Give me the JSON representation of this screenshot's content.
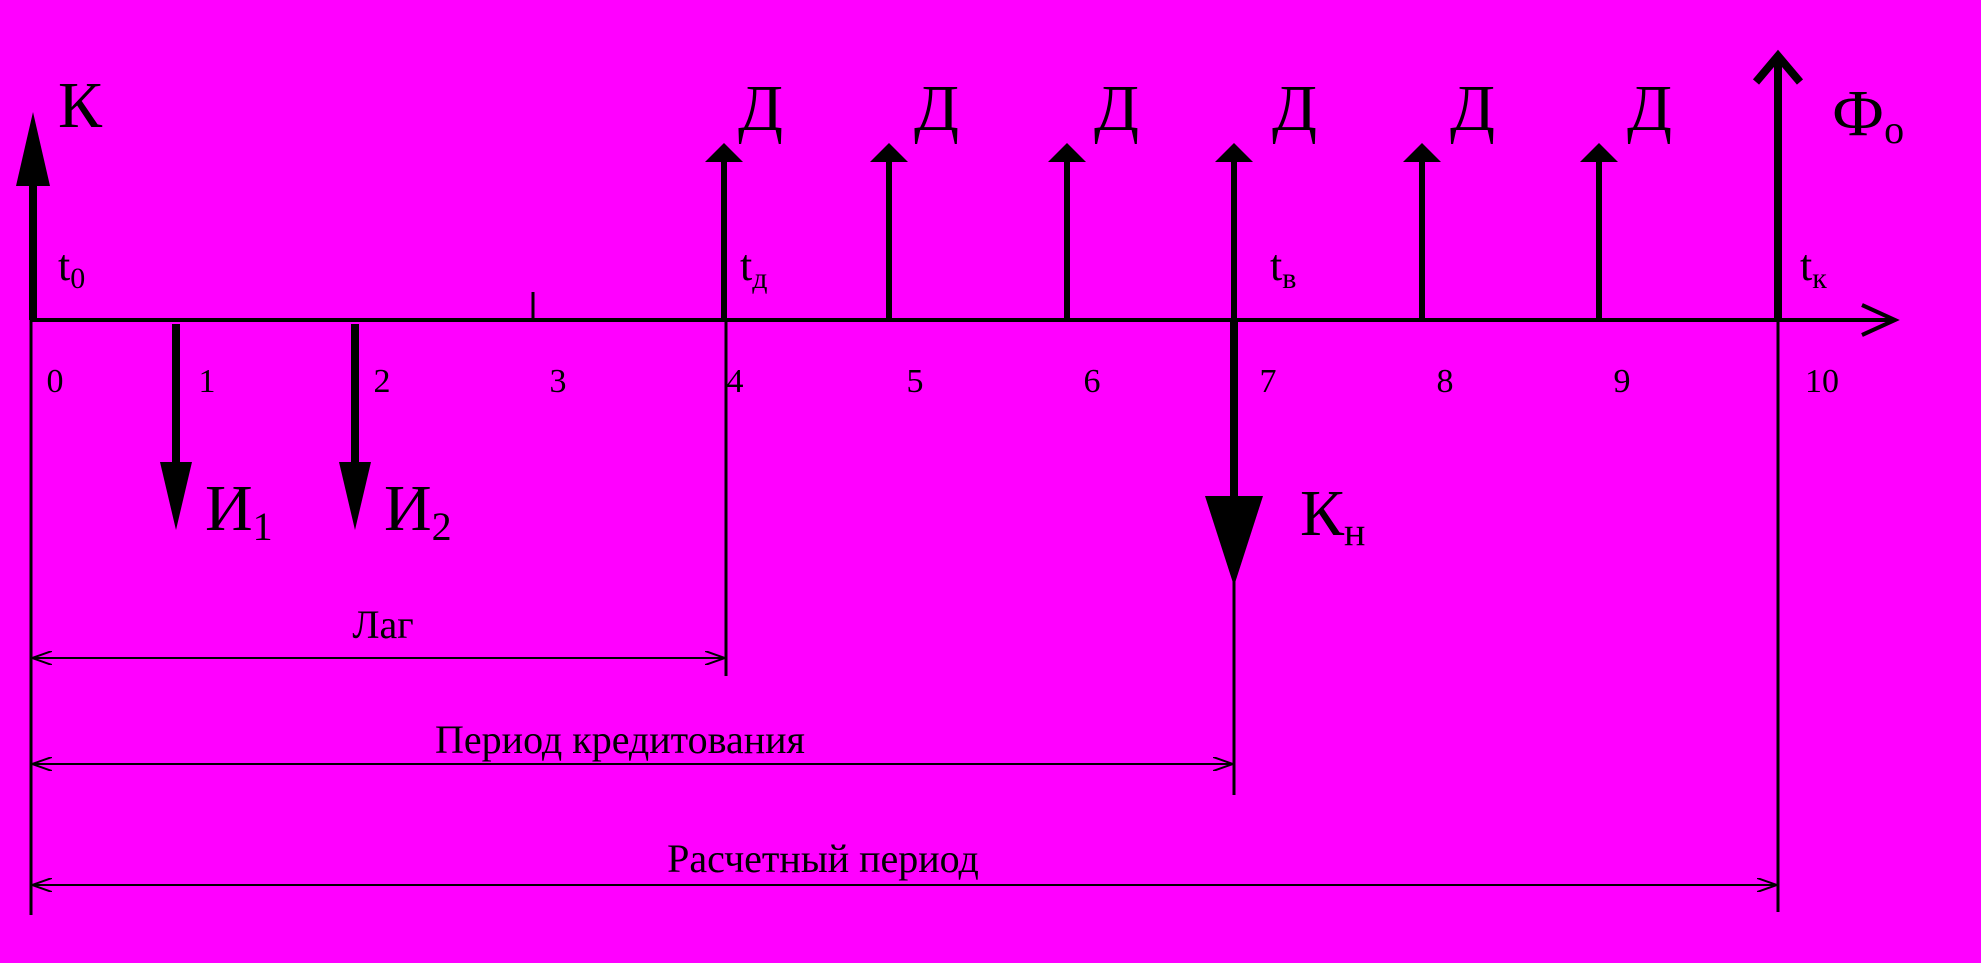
{
  "colors": {
    "background": "#FF00FF",
    "ink": "#000000"
  },
  "axis": {
    "ticks": [
      "0",
      "1",
      "2",
      "3",
      "4",
      "5",
      "6",
      "7",
      "8",
      "9",
      "10"
    ]
  },
  "points": {
    "t0": {
      "main": "t",
      "sub": "0"
    },
    "td": {
      "main": "t",
      "sub": "д"
    },
    "tv": {
      "main": "t",
      "sub": "в"
    },
    "tk": {
      "main": "t",
      "sub": "к"
    }
  },
  "flows": {
    "capital": {
      "label": "К"
    },
    "income_label": "Д",
    "final_fund": {
      "main": "Ф",
      "sub": "о"
    },
    "invest1": {
      "main": "И",
      "sub": "1"
    },
    "invest2": {
      "main": "И",
      "sub": "2"
    },
    "loan_repayment": {
      "main": "К",
      "sub": "н"
    }
  },
  "spans": {
    "lag": "Лаг",
    "credit_period": "Период кредитования",
    "calc_period": "Расчетный период"
  }
}
